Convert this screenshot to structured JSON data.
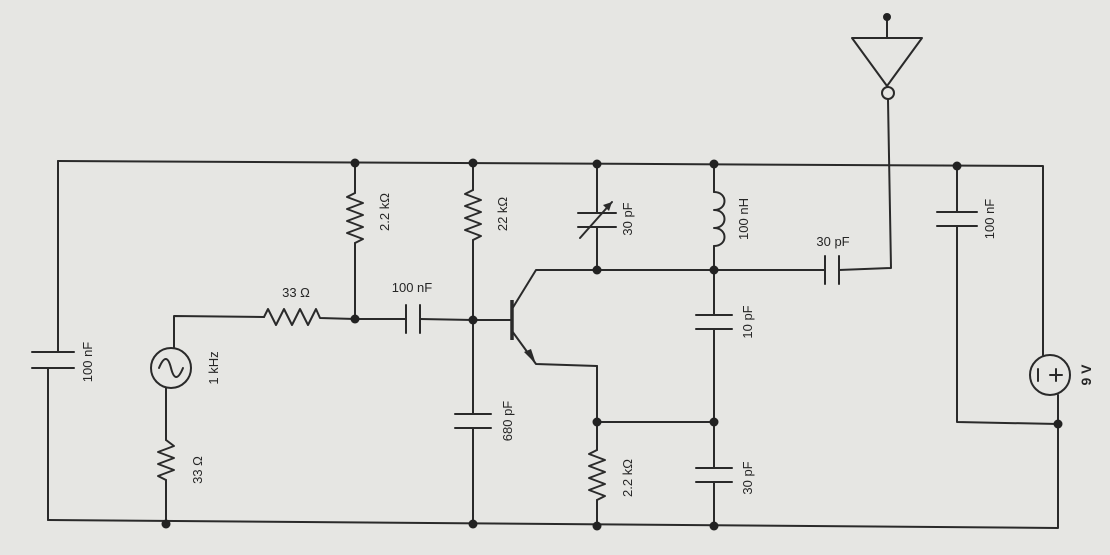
{
  "labels": {
    "r_2k2_top": "2.2 kΩ",
    "r_22k": "22 kΩ",
    "c_30pF_var": "30 pF",
    "l_100nH": "100 nH",
    "c_30pF_ant": "30 pF",
    "c_100nF_right": "100 nF",
    "v_9V": "9 V",
    "r_33_series": "33 Ω",
    "c_100nF_coupling": "100 nF",
    "c_100nF_left": "100 nF",
    "src_1kHz": "1 kHz",
    "r_33_left": "33 Ω",
    "c_680pF": "680 pF",
    "c_10pF": "10 pF",
    "r_2k2_emitter": "2.2 kΩ",
    "c_30pF_bottom": "30 pF"
  },
  "colors": {
    "ink": "#2a2a2a",
    "paper": "#e6e6e3"
  },
  "icons": [
    "resistor-icon",
    "capacitor-icon",
    "variable-capacitor-icon",
    "inductor-icon",
    "npn-transistor-icon",
    "ac-source-icon",
    "dc-source-icon",
    "antenna-icon"
  ]
}
